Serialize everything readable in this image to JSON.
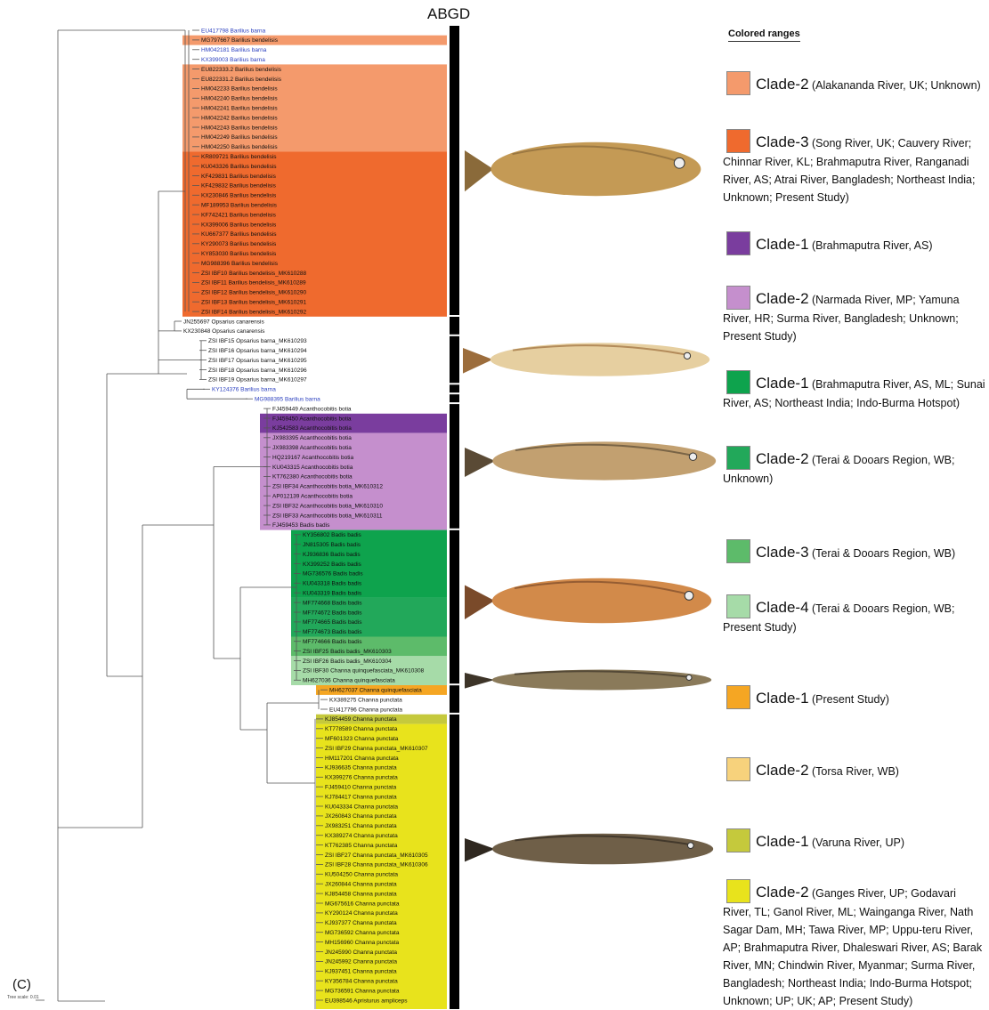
{
  "header": {
    "abgd_title": "ABGD",
    "panel_label": "(C)",
    "scale_text": "Tree scale: 0.01"
  },
  "colors": {
    "c_salmon": "#f49a6c",
    "c_orange": "#ef6a2e",
    "c_purple": "#7a3d9e",
    "c_lilac": "#c58fcd",
    "c_green": "#0ea34d",
    "c_green2": "#22a85a",
    "c_green3": "#5dbb6a",
    "c_mint": "#a6dba8",
    "c_amber": "#f5a623",
    "c_peach": "#f7d27c",
    "c_olive": "#c5c93c",
    "c_yellow": "#e8e31c"
  },
  "bands": [
    {
      "from": 1,
      "to": 1,
      "color": "#f49a6c"
    },
    {
      "from": 4,
      "to": 12,
      "color": "#f49a6c"
    },
    {
      "from": 13,
      "to": 29,
      "color": "#ef6a2e"
    },
    {
      "from": 40,
      "to": 41,
      "color": "#7a3d9e"
    },
    {
      "from": 42,
      "to": 51,
      "color": "#c58fcd"
    },
    {
      "from": 52,
      "to": 58,
      "color": "#0ea34d"
    },
    {
      "from": 59,
      "to": 62,
      "color": "#22a85a"
    },
    {
      "from": 63,
      "to": 64,
      "color": "#5dbb6a"
    },
    {
      "from": 65,
      "to": 67,
      "color": "#a6dba8"
    },
    {
      "from": 68,
      "to": 68,
      "color": "#f5a623"
    },
    {
      "from": 71,
      "to": 71,
      "color": "#c5c93c"
    },
    {
      "from": 72,
      "to": 103,
      "color": "#e8e31c"
    }
  ],
  "abgd_groups": [
    [
      0,
      29
    ],
    [
      30,
      31
    ],
    [
      32,
      36
    ],
    [
      37,
      37
    ],
    [
      38,
      38
    ],
    [
      39,
      51
    ],
    [
      52,
      67
    ],
    [
      68,
      70
    ],
    [
      71,
      104
    ]
  ],
  "taxa": [
    {
      "id": "EU417798 Barilius barna",
      "blue": true
    },
    {
      "id": "MG797667 Barilius bendelisis"
    },
    {
      "id": "HM042181 Barilius barna",
      "blue": true
    },
    {
      "id": "KX399003 Barilius barna",
      "blue": true
    },
    {
      "id": "EU822333.2 Barilius bendelisis"
    },
    {
      "id": "EU822331.2 Barilius bendelisis"
    },
    {
      "id": "HM042233 Barilius bendelisis"
    },
    {
      "id": "HM042240 Barilius bendelisis"
    },
    {
      "id": "HM042241 Barilius bendelisis"
    },
    {
      "id": "HM042242 Barilius bendelisis"
    },
    {
      "id": "HM042243 Barilius bendelisis"
    },
    {
      "id": "HM042249 Barilius bendelisis"
    },
    {
      "id": "HM042250 Barilius bendelisis"
    },
    {
      "id": "KR809721 Barilius bendelisis"
    },
    {
      "id": "KU043326 Barilius bendelisis"
    },
    {
      "id": "KF429831 Barilius bendelisis"
    },
    {
      "id": "KF429832 Barilius bendelisis"
    },
    {
      "id": "KX230846 Barilius bendelisis"
    },
    {
      "id": "MF189953 Barilius bendelisis"
    },
    {
      "id": "KF742421 Barilius bendelisis"
    },
    {
      "id": "KX399006 Barilius bendelisis"
    },
    {
      "id": "KU667377 Barilius bendelisis"
    },
    {
      "id": "KY290073 Barilius bendelisis"
    },
    {
      "id": "KY853030 Barilius bendelisis"
    },
    {
      "id": "MG988396 Barilius bendelisis"
    },
    {
      "id": "ZSI IBF10 Barilius bendelisis_MK610288"
    },
    {
      "id": "ZSI IBF11 Barilius bendelisis_MK610289"
    },
    {
      "id": "ZSI IBF12 Barilius bendelisis_MK610290"
    },
    {
      "id": "ZSI IBF13 Barilius bendelisis_MK610291"
    },
    {
      "id": "ZSI IBF14 Barilius bendelisis_MK610292"
    },
    {
      "id": "JN255697 Opsarius canarensis"
    },
    {
      "id": "KX230848 Opsarius canarensis"
    },
    {
      "id": "ZSI IBF15 Opsarius barna_MK610293"
    },
    {
      "id": "ZSI IBF16 Opsarius barna_MK610294"
    },
    {
      "id": "ZSI IBF17 Opsarius barna_MK610295"
    },
    {
      "id": "ZSI IBF18 Opsarius barna_MK610296"
    },
    {
      "id": "ZSI IBF19 Opsarius barna_MK610297"
    },
    {
      "id": "KY124376 Barilius barna",
      "blue": true
    },
    {
      "id": "MG988395 Barilius barna",
      "blue": true
    },
    {
      "id": "FJ459449 Acanthocobitis botia"
    },
    {
      "id": "FJ459450 Acanthocobitis botia"
    },
    {
      "id": "KJ542583 Acanthocobitis botia"
    },
    {
      "id": "JX983395 Acanthocobitis botia"
    },
    {
      "id": "JX983398 Acanthocobitis botia"
    },
    {
      "id": "HQ219167 Acanthocobitis botia"
    },
    {
      "id": "KU043315 Acanthocobitis botia"
    },
    {
      "id": "KT762380 Acanthocobitis botia"
    },
    {
      "id": "ZSI IBF34 Acanthocobitis botia_MK610312"
    },
    {
      "id": "AP012139 Acanthocobitis botia"
    },
    {
      "id": "ZSI IBF32 Acanthocobitis botia_MK610310"
    },
    {
      "id": "ZSI IBF33 Acanthocobitis botia_MK610311"
    },
    {
      "id": "FJ459453 Badis badis"
    },
    {
      "id": "KY356802 Badis badis"
    },
    {
      "id": "JN815305 Badis badis"
    },
    {
      "id": "KJ936836 Badis badis"
    },
    {
      "id": "KX399252 Badis badis"
    },
    {
      "id": "MG736576 Badis badis"
    },
    {
      "id": "KU043318 Badis badis"
    },
    {
      "id": "KU043319 Badis badis"
    },
    {
      "id": "MF774668 Badis badis"
    },
    {
      "id": "MF774672 Badis badis"
    },
    {
      "id": "MF774665 Badis badis"
    },
    {
      "id": "MF774673 Badis badis"
    },
    {
      "id": "MF774666 Badis badis"
    },
    {
      "id": "ZSI IBF25 Badis badis_MK610303"
    },
    {
      "id": "ZSI IBF26 Badis badis_MK610304"
    },
    {
      "id": "ZSI IBF30 Channa quinquefasciata_MK610308"
    },
    {
      "id": "MH627036 Channa quinquefasciata"
    },
    {
      "id": "MH627037 Channa quinquefasciata"
    },
    {
      "id": "KX389275 Channa punctata"
    },
    {
      "id": "EU417796 Channa punctata"
    },
    {
      "id": "KJ854459 Channa punctata"
    },
    {
      "id": "KT778589 Channa punctata"
    },
    {
      "id": "MF601323 Channa punctata"
    },
    {
      "id": "ZSI IBF29 Channa punctata_MK610307"
    },
    {
      "id": "HM117201 Channa punctata"
    },
    {
      "id": "KJ936635 Channa punctata"
    },
    {
      "id": "KX399276 Channa punctata"
    },
    {
      "id": "FJ459410 Channa punctata"
    },
    {
      "id": "KJ784417 Channa punctata"
    },
    {
      "id": "KU043334 Channa punctata"
    },
    {
      "id": "JX260843 Channa punctata"
    },
    {
      "id": "JX983251 Channa punctata"
    },
    {
      "id": "KX389274 Channa punctata"
    },
    {
      "id": "KT762385 Channa punctata"
    },
    {
      "id": "ZSI IBF27 Channa punctata_MK610305"
    },
    {
      "id": "ZSI IBF28 Channa punctata_MK610306"
    },
    {
      "id": "KU504250 Channa punctata"
    },
    {
      "id": "JX260844 Channa punctata"
    },
    {
      "id": "KJ854458 Channa punctata"
    },
    {
      "id": "MG675616 Channa punctata"
    },
    {
      "id": "KY290124 Channa punctata"
    },
    {
      "id": "KJ937377 Channa punctata"
    },
    {
      "id": "MG736592 Channa punctata"
    },
    {
      "id": "MH156960 Channa punctata"
    },
    {
      "id": "JN245990 Channa punctata"
    },
    {
      "id": "JN245992 Channa punctata"
    },
    {
      "id": "KJ937451 Channa punctata"
    },
    {
      "id": "KY356784 Channa punctata"
    },
    {
      "id": "MG736591 Channa punctata"
    },
    {
      "id": "EU398546 Apristurus ampliceps"
    }
  ],
  "legend": {
    "title": "Colored ranges",
    "items": [
      {
        "name": "Clade-2",
        "detail": "(Alakananda River, UK; Unknown)",
        "color": "#f49a6c"
      },
      {
        "name": "Clade-3",
        "detail": "(Song River, UK; Cauvery River; Chinnar River, KL; Brahmaputra River, Ranganadi River, AS; Atrai River, Bangladesh; Northeast India; Unknown; Present Study)",
        "color": "#ef6a2e"
      },
      {
        "name": "Clade-1",
        "detail": "(Brahmaputra River, AS)",
        "color": "#7a3d9e"
      },
      {
        "name": "Clade-2",
        "detail": "(Narmada River, MP; Yamuna River, HR; Surma River, Bangladesh; Unknown; Present Study)",
        "color": "#c58fcd"
      },
      {
        "name": "Clade-1",
        "detail": "(Brahmaputra River, AS, ML; Sunai River, AS; Northeast India; Indo-Burma Hotspot)",
        "color": "#0ea34d"
      },
      {
        "name": "Clade-2",
        "detail": "(Terai & Dooars Region, WB; Unknown)",
        "color": "#22a85a"
      },
      {
        "name": "Clade-3",
        "detail": "(Terai & Dooars Region, WB)",
        "color": "#5dbb6a"
      },
      {
        "name": "Clade-4",
        "detail": "(Terai & Dooars Region, WB; Present Study)",
        "color": "#a6dba8"
      },
      {
        "name": "Clade-1",
        "detail": "(Present Study)",
        "color": "#f5a623"
      },
      {
        "name": "Clade-2",
        "detail": "(Torsa River, WB)",
        "color": "#f7d27c"
      },
      {
        "name": "Clade-1",
        "detail": "(Varuna River, UP)",
        "color": "#c5c93c"
      },
      {
        "name": "Clade-2",
        "detail": "(Ganges River, UP; Godavari River, TL; Ganol River, ML; Wainganga River, Nath Sagar Dam, MH; Tawa River, MP; Uppu-teru River, AP; Brahmaputra River, Dhaleswari River, AS; Barak River, MN; Chindwin River, Myanmar; Surma River, Bangladesh; Northeast India; Indo-Burma Hotspot; Unknown; UP; UK; AP; Present Study)",
        "color": "#e8e31c"
      }
    ]
  },
  "fish": [
    {
      "name": "barilius-fish-image",
      "body": "#c49a55",
      "stripe": "#8a6a3a"
    },
    {
      "name": "opsarius-fish-image",
      "body": "#e6cfa0",
      "stripe": "#9c6d3c"
    },
    {
      "name": "acanthocobitis-fish-image",
      "body": "#c2a070",
      "stripe": "#5a4a35"
    },
    {
      "name": "badis-fish-image",
      "body": "#d28a4a",
      "stripe": "#7a4a2a"
    },
    {
      "name": "channa-quinquefasciata-image",
      "body": "#8a7a5a",
      "stripe": "#3d3428"
    },
    {
      "name": "channa-punctata-image",
      "body": "#6f5f48",
      "stripe": "#2f2820"
    }
  ]
}
